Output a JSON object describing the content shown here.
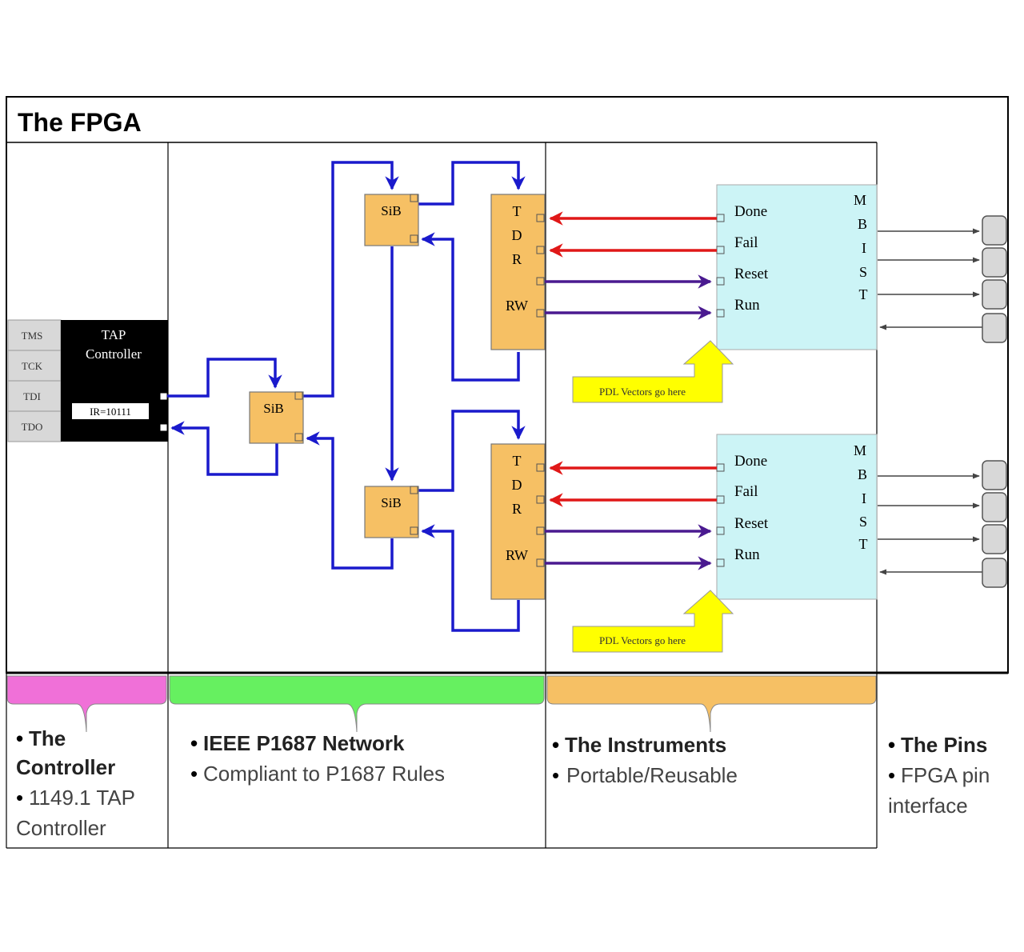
{
  "title": "The FPGA",
  "tap": {
    "pins": [
      "TMS",
      "TCK",
      "TDI",
      "TDO"
    ],
    "label_line1": "TAP",
    "label_line2": "Controller",
    "ir": "IR=10111"
  },
  "sib_label": "SiB",
  "tdr": {
    "letters": [
      "T",
      "D",
      "R"
    ],
    "rw": "RW"
  },
  "mbist": {
    "letters": [
      "M",
      "B",
      "I",
      "S",
      "T"
    ],
    "ports": [
      "Done",
      "Fail",
      "Reset",
      "Run"
    ]
  },
  "pdl_label": "PDL Vectors go here",
  "sections": {
    "controller": {
      "line1": "The",
      "line2": "Controller",
      "line3": "1149.1 TAP",
      "line4": "Controller"
    },
    "network": {
      "line1": "IEEE P1687 Network",
      "line2": "Compliant to P1687 Rules"
    },
    "instruments": {
      "line1": "The Instruments",
      "line2": "Portable/Reusable"
    },
    "pins": {
      "line1": "The Pins",
      "line2": "FPGA pin",
      "line3": "interface"
    }
  },
  "colors": {
    "blue": "#1a1acc",
    "red": "#e01818",
    "purple": "#4a1a90",
    "orange": "#f6c064",
    "cyan": "#ccf4f6",
    "yellow": "#ffff00",
    "magenta": "#f070d8",
    "green": "#66f060"
  }
}
